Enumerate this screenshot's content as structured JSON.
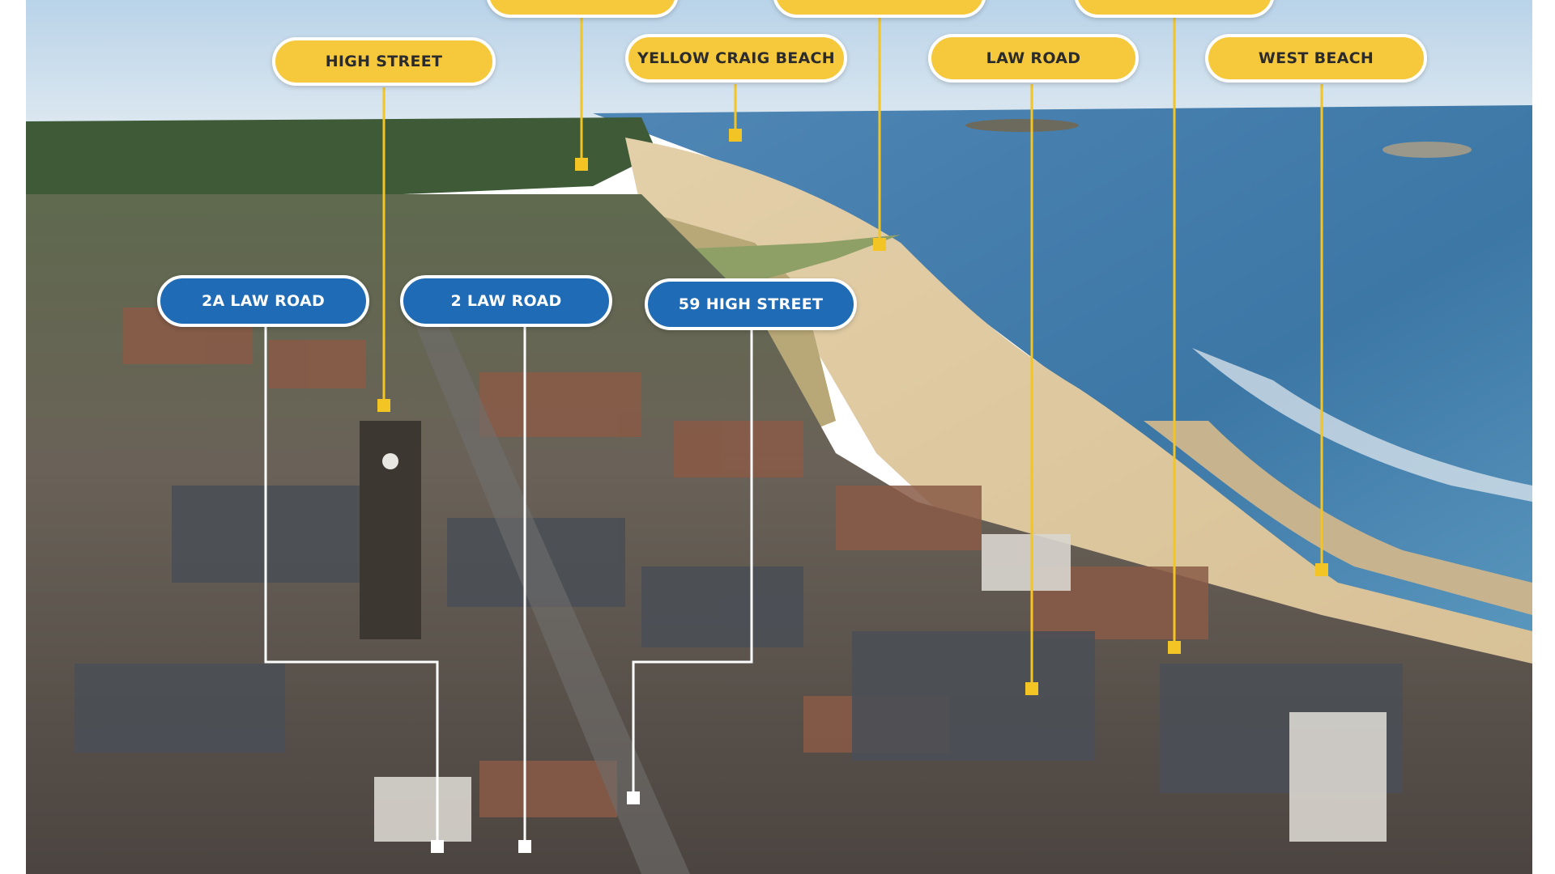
{
  "image_description": "",
  "colors": {
    "pill_yellow": "#f6c93c",
    "pill_blue": "#1f6bb5",
    "leader_yellow": "#f2c524",
    "leader_white": "#ffffff"
  },
  "top_labels": [
    {
      "id": "high-street",
      "text": "HIGH STREET"
    },
    {
      "id": "yellow-craig-beach",
      "text": "YELLOW CRAIG BEACH"
    },
    {
      "id": "law-road",
      "text": "LAW ROAD"
    },
    {
      "id": "west-beach",
      "text": "WEST BEACH"
    }
  ],
  "property_labels": [
    {
      "id": "2a-law-road",
      "text": "2A LAW ROAD"
    },
    {
      "id": "2-law-road",
      "text": "2  LAW ROAD"
    },
    {
      "id": "59-high-street",
      "text": "59 HIGH STREET"
    }
  ]
}
